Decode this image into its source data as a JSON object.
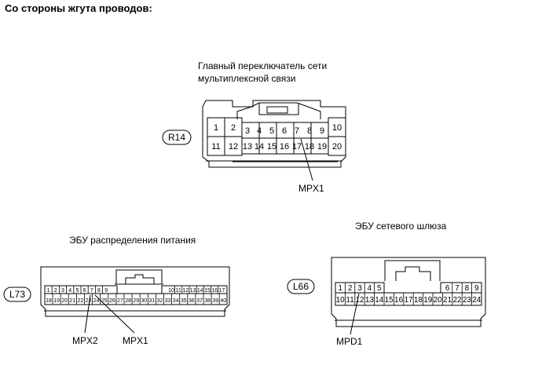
{
  "heading": "Со стороны жгута проводов:",
  "r14": {
    "title_line1": "Главный переключатель сети",
    "title_line2": "мультиплексной связи",
    "code": "R14",
    "top_pins": [
      "1",
      "2",
      "3",
      "4",
      "5",
      "6",
      "7",
      "8",
      "9",
      "10"
    ],
    "bottom_pins": [
      "11",
      "12",
      "13",
      "14",
      "15",
      "16",
      "17",
      "18",
      "19",
      "20"
    ],
    "callouts": [
      {
        "label": "MPX1",
        "pin": "7"
      }
    ]
  },
  "l73": {
    "title": "ЭБУ распределения питания",
    "code": "L73",
    "top_pins": [
      "1",
      "2",
      "3",
      "4",
      "5",
      "6",
      "7",
      "8",
      "9",
      "",
      "",
      "",
      "",
      "",
      "",
      "",
      "",
      "10",
      "11",
      "12",
      "13",
      "14",
      "15",
      "16",
      "17"
    ],
    "bottom_pins": [
      "18",
      "19",
      "20",
      "21",
      "22",
      "23",
      "24",
      "25",
      "26",
      "27",
      "28",
      "29",
      "30",
      "31",
      "32",
      "33",
      "34",
      "35",
      "36",
      "37",
      "38",
      "39",
      "40"
    ],
    "callouts": [
      {
        "label": "MPX2",
        "pin": "6"
      },
      {
        "label": "MPX1",
        "pin": "7"
      }
    ]
  },
  "l66": {
    "title": "ЭБУ сетевого шлюза",
    "code": "L66",
    "top_pins": [
      "1",
      "2",
      "3",
      "4",
      "5",
      "",
      "",
      "",
      "",
      "",
      "",
      "6",
      "7",
      "8",
      "9"
    ],
    "bottom_pins": [
      "10",
      "11",
      "12",
      "13",
      "14",
      "15",
      "16",
      "17",
      "18",
      "19",
      "20",
      "21",
      "22",
      "23",
      "24"
    ],
    "callouts": [
      {
        "label": "MPD1",
        "pin": "3"
      }
    ]
  }
}
